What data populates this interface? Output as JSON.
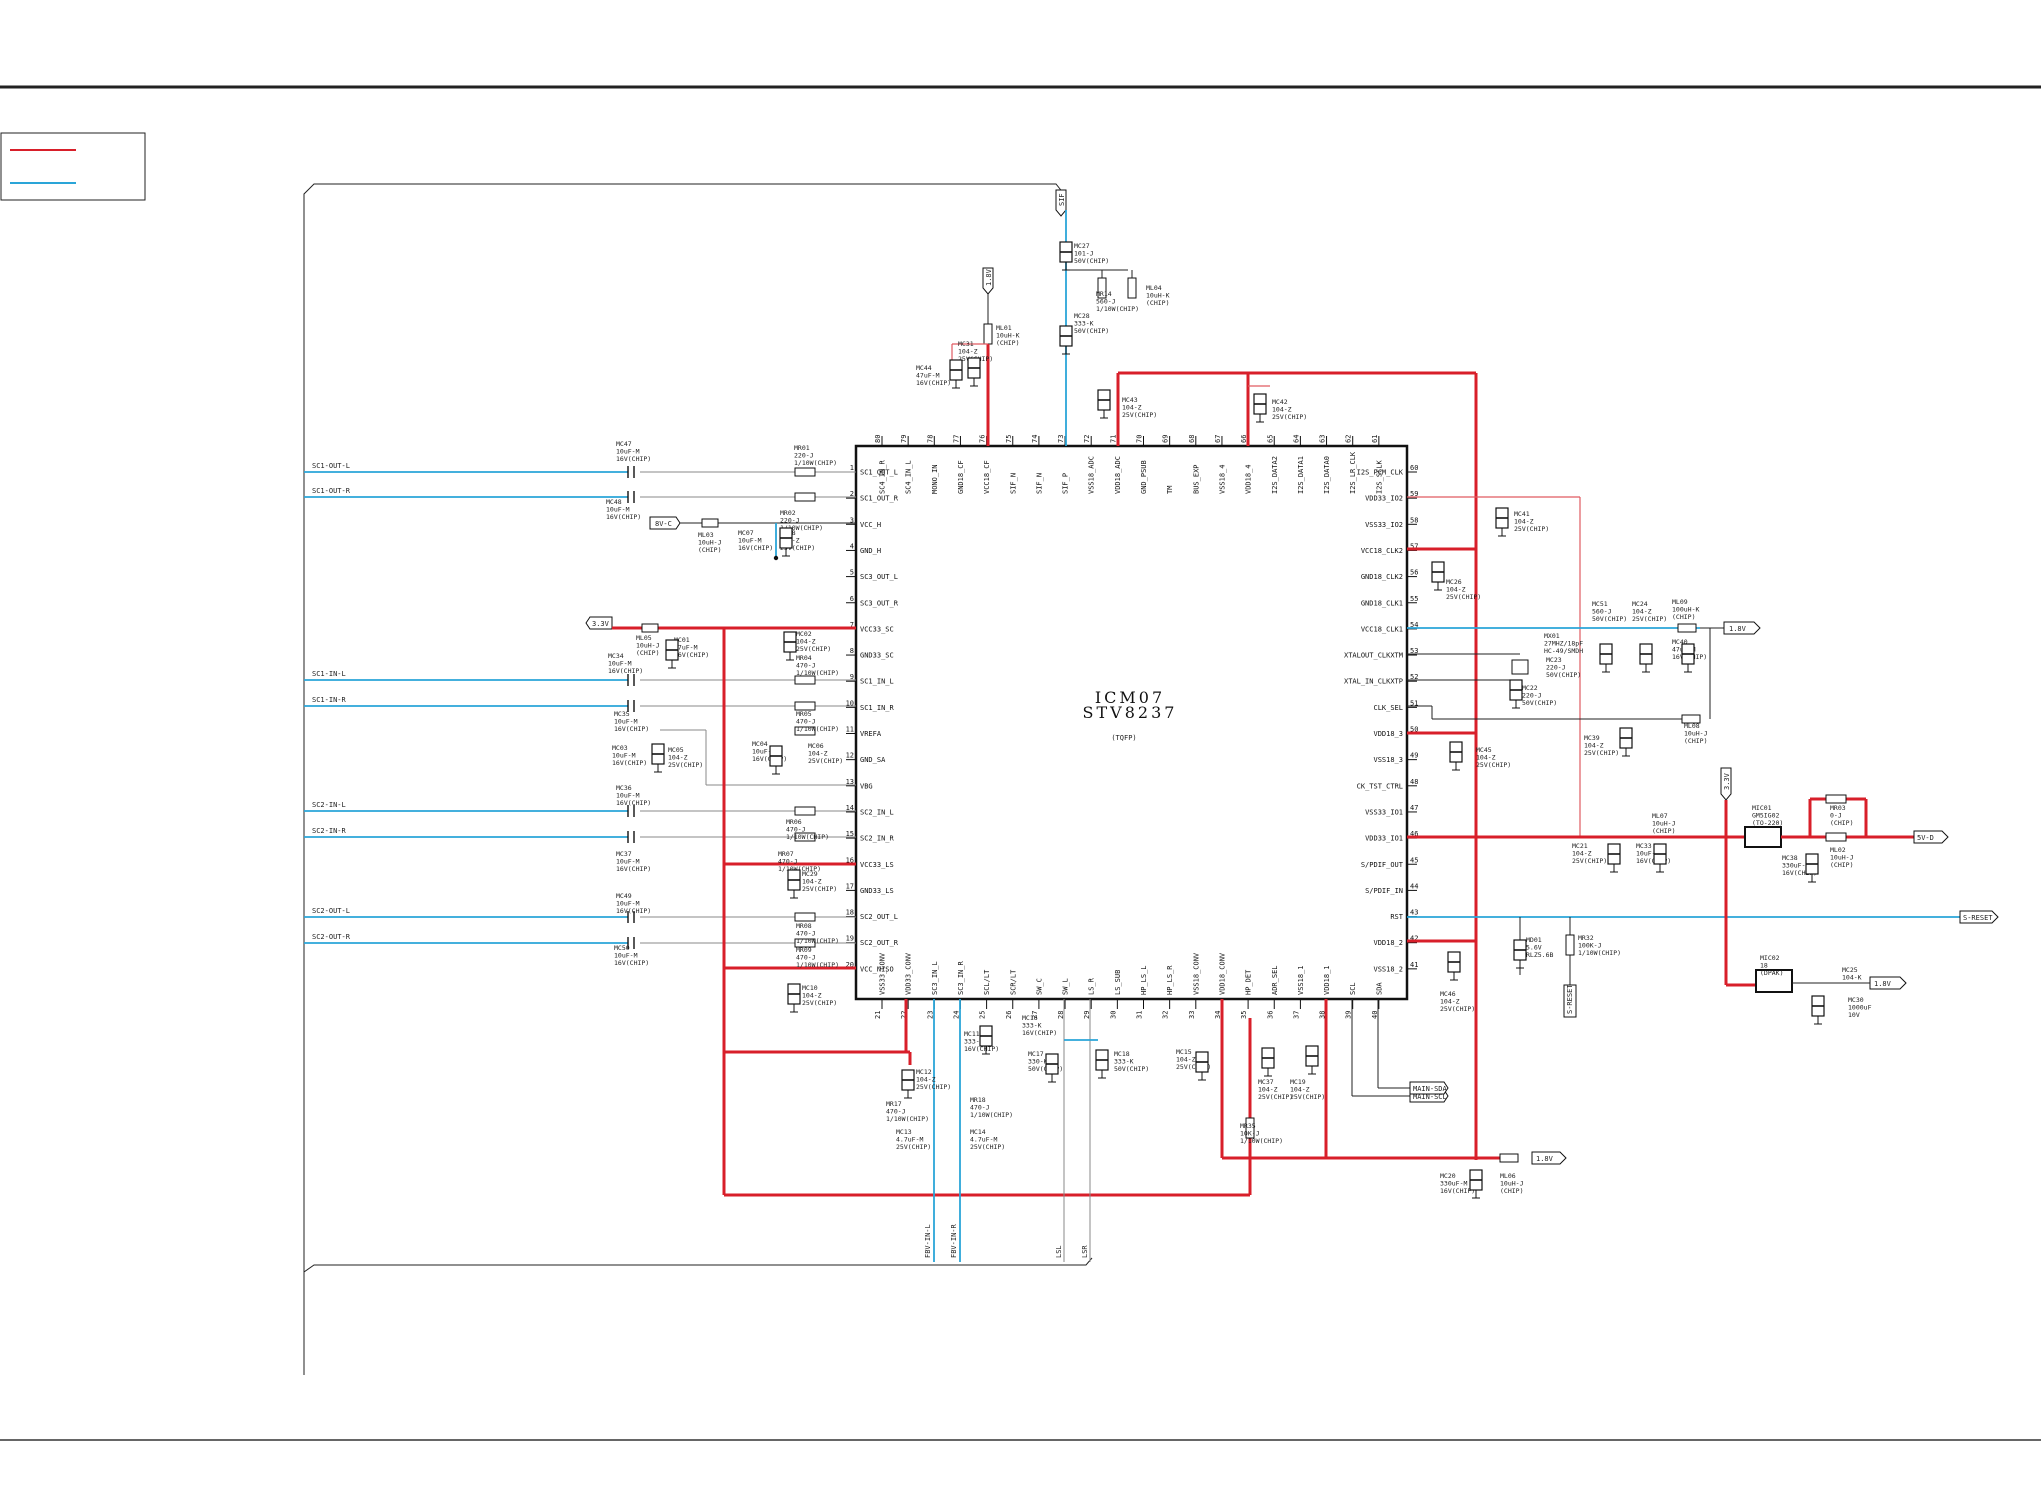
{
  "ic": {
    "ref": "ICM07",
    "part": "STV8237",
    "package": "(TQFP)"
  },
  "pins_left": [
    {
      "n": "1",
      "name": "SC1_OUT_L"
    },
    {
      "n": "2",
      "name": "SC1_OUT_R"
    },
    {
      "n": "3",
      "name": "VCC_H"
    },
    {
      "n": "4",
      "name": "GND_H"
    },
    {
      "n": "5",
      "name": "SC3_OUT_L"
    },
    {
      "n": "6",
      "name": "SC3_OUT_R"
    },
    {
      "n": "7",
      "name": "VCC33_SC"
    },
    {
      "n": "8",
      "name": "GND33_SC"
    },
    {
      "n": "9",
      "name": "SC1_IN_L"
    },
    {
      "n": "10",
      "name": "SC1_IN_R"
    },
    {
      "n": "11",
      "name": "VREFA"
    },
    {
      "n": "12",
      "name": "GND_SA"
    },
    {
      "n": "13",
      "name": "VBG"
    },
    {
      "n": "14",
      "name": "SC2_IN_L"
    },
    {
      "n": "15",
      "name": "SC2_IN_R"
    },
    {
      "n": "16",
      "name": "VCC33_LS"
    },
    {
      "n": "17",
      "name": "GND33_LS"
    },
    {
      "n": "18",
      "name": "SC2_OUT_L"
    },
    {
      "n": "19",
      "name": "SC2_OUT_R"
    },
    {
      "n": "20",
      "name": "VCC_NISO"
    }
  ],
  "pins_right": [
    {
      "n": "60",
      "name": "I2S_PCM_CLK"
    },
    {
      "n": "59",
      "name": "VDD33_IO2"
    },
    {
      "n": "58",
      "name": "VSS33_IO2"
    },
    {
      "n": "57",
      "name": "VCC18_CLK2"
    },
    {
      "n": "56",
      "name": "GND18_CLK2"
    },
    {
      "n": "55",
      "name": "GND18_CLK1"
    },
    {
      "n": "54",
      "name": "VCC18_CLK1"
    },
    {
      "n": "53",
      "name": "XTALOUT_CLKXTM"
    },
    {
      "n": "52",
      "name": "XTAL_IN_CLKXTP"
    },
    {
      "n": "51",
      "name": "CLK_SEL"
    },
    {
      "n": "50",
      "name": "VDD18_3"
    },
    {
      "n": "49",
      "name": "VSS18_3"
    },
    {
      "n": "48",
      "name": "CK_TST_CTRL"
    },
    {
      "n": "47",
      "name": "VSS33_IO1"
    },
    {
      "n": "46",
      "name": "VDD33_IO1"
    },
    {
      "n": "45",
      "name": "S/PDIF_OUT"
    },
    {
      "n": "44",
      "name": "S/PDIF_IN"
    },
    {
      "n": "43",
      "name": "RST"
    },
    {
      "n": "42",
      "name": "VDD18_2"
    },
    {
      "n": "41",
      "name": "VSS18_2"
    }
  ],
  "pins_top": [
    {
      "n": "80",
      "name": "SC4_IN_R"
    },
    {
      "n": "79",
      "name": "SC4_IN_L"
    },
    {
      "n": "78",
      "name": "MONO_IN"
    },
    {
      "n": "77",
      "name": "GND18_CF"
    },
    {
      "n": "76",
      "name": "VCC18_CF"
    },
    {
      "n": "75",
      "name": "SIF_N"
    },
    {
      "n": "74",
      "name": "SIF_N"
    },
    {
      "n": "73",
      "name": "SIF_P"
    },
    {
      "n": "72",
      "name": "VSS18_ADC"
    },
    {
      "n": "71",
      "name": "VDD18_ADC"
    },
    {
      "n": "70",
      "name": "GND_PSUB"
    },
    {
      "n": "69",
      "name": "TM"
    },
    {
      "n": "68",
      "name": "BUS_EXP"
    },
    {
      "n": "67",
      "name": "VSS18_4"
    },
    {
      "n": "66",
      "name": "VDD18_4"
    },
    {
      "n": "65",
      "name": "I2S_DATA2"
    },
    {
      "n": "64",
      "name": "I2S_DATA1"
    },
    {
      "n": "63",
      "name": "I2S_DATA0"
    },
    {
      "n": "62",
      "name": "I2S_LR_CLK"
    },
    {
      "n": "61",
      "name": "I2S_SCLK"
    }
  ],
  "pins_bottom": [
    {
      "n": "21",
      "name": "VSS33_CONV"
    },
    {
      "n": "22",
      "name": "VDD33_CONV"
    },
    {
      "n": "23",
      "name": "SC3_IN_L"
    },
    {
      "n": "24",
      "name": "SC3_IN_R"
    },
    {
      "n": "25",
      "name": "SCL/LT"
    },
    {
      "n": "26",
      "name": "SCR/LT"
    },
    {
      "n": "27",
      "name": "SW_C"
    },
    {
      "n": "28",
      "name": "SW_L"
    },
    {
      "n": "29",
      "name": "LS_R"
    },
    {
      "n": "30",
      "name": "LS_SUB"
    },
    {
      "n": "31",
      "name": "HP_LS_L"
    },
    {
      "n": "32",
      "name": "HP_LS_R"
    },
    {
      "n": "33",
      "name": "VSS18_CONV"
    },
    {
      "n": "34",
      "name": "VDD18_CONV"
    },
    {
      "n": "35",
      "name": "HP_DET"
    },
    {
      "n": "36",
      "name": "ADR_SEL"
    },
    {
      "n": "37",
      "name": "VSS18_1"
    },
    {
      "n": "38",
      "name": "VDD18_1"
    },
    {
      "n": "39",
      "name": "SCL"
    },
    {
      "n": "40",
      "name": "SDA"
    }
  ],
  "nets_left": [
    "SC1-OUT-L",
    "SC1-OUT-R",
    "SC1-IN-L",
    "SC1-IN-R",
    "SC2-IN-L",
    "SC2-IN-R",
    "SC2-OUT-L",
    "SC2-OUT-R"
  ],
  "ports": {
    "v33": "3.3V",
    "v8c": "8V-C",
    "v18a": "1.8V",
    "v18b": "1.8V",
    "v18c": "1.8V",
    "v18d": "1.8V",
    "v5": "5V-D",
    "reset": "S-RESET",
    "sif": "SIF",
    "lsl": "LSL",
    "lsr": "LSR",
    "fbl": "FBV-IN-L",
    "fbr": "FBV-IN-R",
    "mainsda": "MAIN-SDA",
    "mainscl": "MAIN-SCL",
    "reset_box": "S-RESET",
    "vtop": "3.3V"
  },
  "components": [
    {
      "ref": "MC47",
      "val": "10uF-M",
      "rating": "16V(CHIP)"
    },
    {
      "ref": "MC48",
      "val": "10uF-M",
      "rating": "16V(CHIP)"
    },
    {
      "ref": "MR01",
      "val": "220-J",
      "rating": "1/10W(CHIP)"
    },
    {
      "ref": "MR02",
      "val": "220-J",
      "rating": "1/10W(CHIP)"
    },
    {
      "ref": "ML03",
      "val": "10uH-J",
      "rating": "(CHIP)"
    },
    {
      "ref": "MC07",
      "val": "10uF-M",
      "rating": "16V(CHIP)"
    },
    {
      "ref": "MC08",
      "val": "104-Z",
      "rating": "25V(CHIP)"
    },
    {
      "ref": "ML05",
      "val": "10uH-J",
      "rating": "(CHIP)"
    },
    {
      "ref": "MC01",
      "val": "47uF-M",
      "rating": "16V(CHIP)"
    },
    {
      "ref": "MC02",
      "val": "104-Z",
      "rating": "25V(CHIP)"
    },
    {
      "ref": "MR04",
      "val": "470-J",
      "rating": "1/10W(CHIP)"
    },
    {
      "ref": "MC34",
      "val": "10uF-M",
      "rating": "16V(CHIP)"
    },
    {
      "ref": "MC35",
      "val": "10uF-M",
      "rating": "16V(CHIP)"
    },
    {
      "ref": "MC03",
      "val": "10uF-M",
      "rating": "16V(CHIP)"
    },
    {
      "ref": "MC05",
      "val": "104-Z",
      "rating": "25V(CHIP)"
    },
    {
      "ref": "MR05",
      "val": "470-J",
      "rating": "1/10W(CHIP)"
    },
    {
      "ref": "MC04",
      "val": "10uF-M",
      "rating": "16V(CHIP)"
    },
    {
      "ref": "MC06",
      "val": "104-Z",
      "rating": "25V(CHIP)"
    },
    {
      "ref": "MC36",
      "val": "10uF-M",
      "rating": "16V(CHIP)"
    },
    {
      "ref": "MR06",
      "val": "470-J",
      "rating": "1/10W(CHIP)"
    },
    {
      "ref": "MR07",
      "val": "470-J",
      "rating": "1/10W(CHIP)"
    },
    {
      "ref": "MC37",
      "val": "10uF-M",
      "rating": "16V(CHIP)"
    },
    {
      "ref": "MC29",
      "val": "104-Z",
      "rating": "25V(CHIP)"
    },
    {
      "ref": "MC49",
      "val": "10uF-M",
      "rating": "16V(CHIP)"
    },
    {
      "ref": "MR08",
      "val": "470-J",
      "rating": "1/10W(CHIP)"
    },
    {
      "ref": "MC50",
      "val": "10uF-M",
      "rating": "16V(CHIP)"
    },
    {
      "ref": "MR09",
      "val": "470-J",
      "rating": "1/10W(CHIP)"
    },
    {
      "ref": "MC10",
      "val": "104-Z",
      "rating": "25V(CHIP)"
    },
    {
      "ref": "MC27",
      "val": "101-J",
      "rating": "50V(CHIP)"
    },
    {
      "ref": "MR14",
      "val": "560-J",
      "rating": "1/10W(CHIP)"
    },
    {
      "ref": "ML04",
      "val": "10uH-K",
      "rating": "(CHIP)"
    },
    {
      "ref": "MC28",
      "val": "333-K",
      "rating": "50V(CHIP)"
    },
    {
      "ref": "ML01",
      "val": "10uH-K",
      "rating": "(CHIP)"
    },
    {
      "ref": "MC31",
      "val": "104-Z",
      "rating": "25V(CHIP)"
    },
    {
      "ref": "MC44",
      "val": "47uF-M",
      "rating": "16V(CHIP)"
    },
    {
      "ref": "MC43",
      "val": "104-Z",
      "rating": "25V(CHIP)"
    },
    {
      "ref": "MC42",
      "val": "104-Z",
      "rating": "25V(CHIP)"
    },
    {
      "ref": "MC41",
      "val": "104-Z",
      "rating": "25V(CHIP)"
    },
    {
      "ref": "MC26",
      "val": "104-Z",
      "rating": "25V(CHIP)"
    },
    {
      "ref": "MC51",
      "val": "560-J",
      "rating": "50V(CHIP)"
    },
    {
      "ref": "MC24",
      "val": "104-Z",
      "rating": "25V(CHIP)"
    },
    {
      "ref": "ML09",
      "val": "100uH-K",
      "rating": "(CHIP)"
    },
    {
      "ref": "MC40",
      "val": "47uF-M",
      "rating": "16V(CHIP)"
    },
    {
      "ref": "MX01",
      "val": "27MHZ/18pF",
      "rating": "HC-49/SMDH"
    },
    {
      "ref": "MC23",
      "val": "220-J",
      "rating": "50V(CHIP)"
    },
    {
      "ref": "MC22",
      "val": "220-J",
      "rating": "50V(CHIP)"
    },
    {
      "ref": "ML08",
      "val": "10uH-J",
      "rating": "(CHIP)"
    },
    {
      "ref": "MC39",
      "val": "104-Z",
      "rating": "25V(CHIP)"
    },
    {
      "ref": "MC45",
      "val": "104-Z",
      "rating": "25V(CHIP)"
    },
    {
      "ref": "ML07",
      "val": "10uH-J",
      "rating": "(CHIP)"
    },
    {
      "ref": "MC21",
      "val": "104-Z",
      "rating": "25V(CHIP)"
    },
    {
      "ref": "MC33",
      "val": "10uF-M",
      "rating": "16V(CHIP)"
    },
    {
      "ref": "MIC01",
      "val": "GM5IG02",
      "rating": "(TO-220)"
    },
    {
      "ref": "MR03",
      "val": "0-J",
      "rating": "(CHIP)"
    },
    {
      "ref": "ML02",
      "val": "10uH-J",
      "rating": "(CHIP)"
    },
    {
      "ref": "MC38",
      "val": "330uF-M",
      "rating": "16V(CHIP)"
    },
    {
      "ref": "MD01",
      "val": "5.6V",
      "rating": "RLZ5.6B"
    },
    {
      "ref": "MR32",
      "val": "100K-J",
      "rating": "1/10W(CHIP)"
    },
    {
      "ref": "MIC02",
      "val": "18",
      "rating": "(DPAK)"
    },
    {
      "ref": "MC25",
      "val": "104-K",
      "rating": ""
    },
    {
      "ref": "MC30",
      "val": "1000uF",
      "rating": "10V"
    },
    {
      "ref": "MC46",
      "val": "104-Z",
      "rating": "25V(CHIP)"
    },
    {
      "ref": "MC20",
      "val": "330uF-M",
      "rating": "16V(CHIP)"
    },
    {
      "ref": "ML06",
      "val": "10uH-J",
      "rating": "(CHIP)"
    },
    {
      "ref": "MC12",
      "val": "104-Z",
      "rating": "25V(CHIP)"
    },
    {
      "ref": "MR17",
      "val": "470-J",
      "rating": "1/10W(CHIP)"
    },
    {
      "ref": "MR18",
      "val": "470-J",
      "rating": "1/10W(CHIP)"
    },
    {
      "ref": "MC13",
      "val": "4.7uF-M",
      "rating": "25V(CHIP)"
    },
    {
      "ref": "MC14",
      "val": "4.7uF-M",
      "rating": "25V(CHIP)"
    },
    {
      "ref": "MC11",
      "val": "333-K",
      "rating": "16V(CHIP)"
    },
    {
      "ref": "MC16",
      "val": "333-K",
      "rating": "16V(CHIP)"
    },
    {
      "ref": "MC17",
      "val": "330-K",
      "rating": "50V(CHIP)"
    },
    {
      "ref": "MC18",
      "val": "333-K",
      "rating": "50V(CHIP)"
    },
    {
      "ref": "MC15",
      "val": "104-Z",
      "rating": "25V(CHIP)"
    },
    {
      "ref": "MC37B",
      "val": "104-Z",
      "rating": "25V(CHIP)"
    },
    {
      "ref": "MC19",
      "val": "104-Z",
      "rating": "25V(CHIP)"
    },
    {
      "ref": "MR35",
      "val": "10K-J",
      "rating": "1/10W(CHIP)"
    }
  ],
  "colors": {
    "power": "#d81f2a",
    "signal": "#2aa5d8",
    "wire": "#222222"
  }
}
